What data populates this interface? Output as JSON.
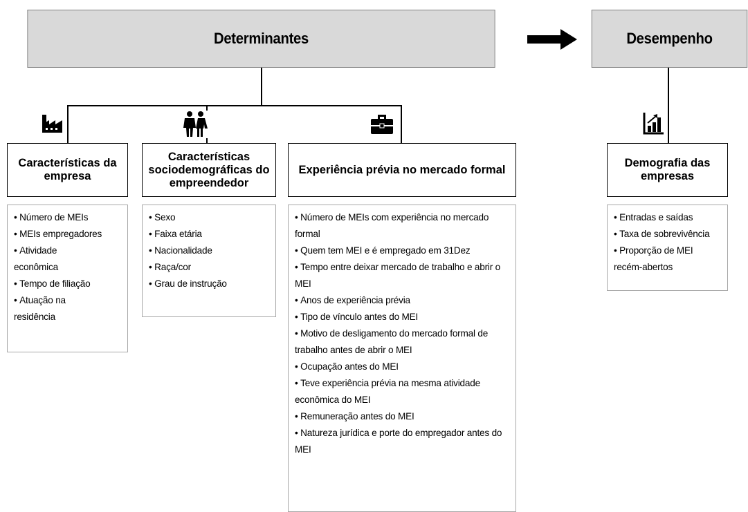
{
  "header": {
    "determinantes": "Determinantes",
    "desempenho": "Desempenho"
  },
  "icons": {
    "empresa": "factory-icon",
    "socio": "people-icon",
    "experiencia": "briefcase-icon",
    "demografia": "bar-chart-growth-icon",
    "arrow": "right-arrow-icon"
  },
  "categories": {
    "empresa": "Características da empresa",
    "socio": "Características sociodemográficas do empreendedor",
    "experiencia": "Experiência prévia no mercado formal",
    "demografia": "Demografia das empresas"
  },
  "lists": {
    "empresa": [
      "Número de MEIs",
      "MEIs empregadores",
      "Atividade econômica",
      "Tempo de filiação",
      "Atuação na residência"
    ],
    "socio": [
      "Sexo",
      "Faixa etária",
      "Nacionalidade",
      "Raça/cor",
      "Grau de instrução"
    ],
    "experiencia": [
      "Número de MEIs com experiência no mercado formal",
      "Quem tem MEI e é empregado em 31Dez",
      "Tempo entre deixar mercado de trabalho e abrir o MEI",
      "Anos de experiência prévia",
      "Tipo de vínculo antes do MEI",
      "Motivo de desligamento do mercado formal de trabalho antes de abrir o MEI",
      "Ocupação antes do MEI",
      "Teve experiência prévia na mesma atividade econômica do MEI",
      "Remuneração antes do MEI",
      "Natureza jurídica e porte do empregador antes do MEI"
    ],
    "demografia": [
      "Entradas e saídas",
      "Taxa de sobrevivência",
      "Proporção de MEI recém-abertos"
    ]
  },
  "colors": {
    "header_fill": "#d9d9d9",
    "header_border": "#7f7f7f",
    "list_border": "#a6a6a6",
    "line": "#000000"
  }
}
